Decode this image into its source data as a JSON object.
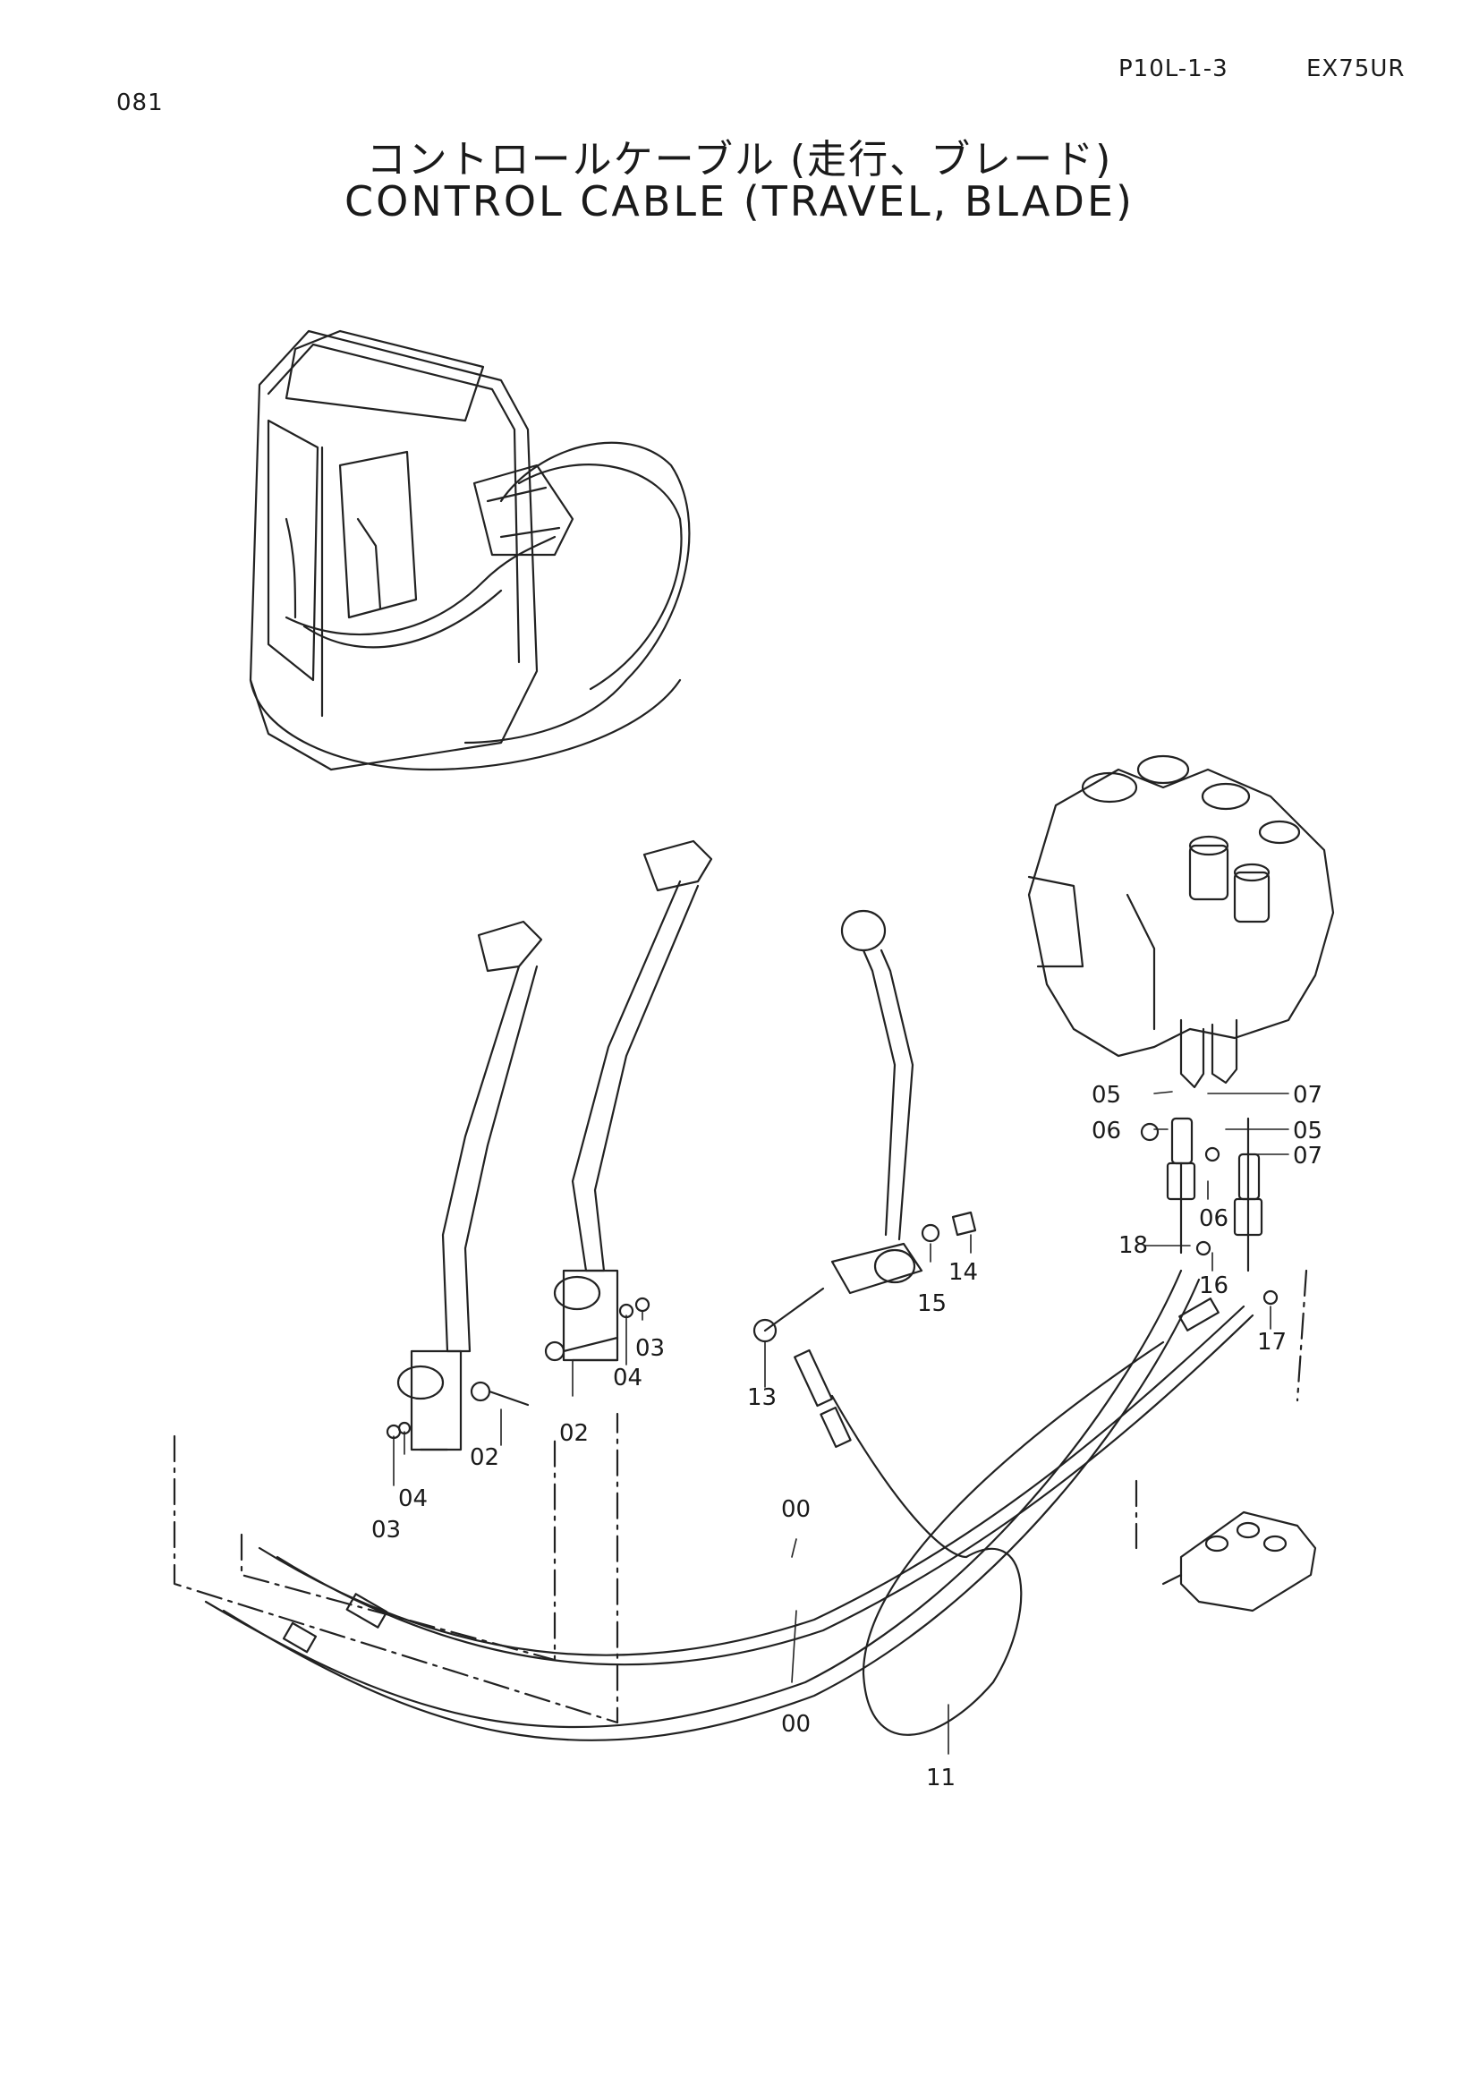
{
  "header": {
    "page_number": "081",
    "part_code": "P10L-1-3",
    "model": "EX75UR"
  },
  "title": {
    "japanese": "コントロールケーブル (走行、ブレード)",
    "english": "CONTROL CABLE (TRAVEL, BLADE)"
  },
  "callouts": {
    "c00a": "00",
    "c00b": "00",
    "c02a": "02",
    "c02b": "02",
    "c03a": "03",
    "c03b": "03",
    "c04a": "04",
    "c04b": "04",
    "c05a": "05",
    "c05b": "05",
    "c06a": "06",
    "c06b": "06",
    "c07a": "07",
    "c07b": "07",
    "c11": "11",
    "c13": "13",
    "c14": "14",
    "c15": "15",
    "c16": "16",
    "c17": "17",
    "c18": "18"
  }
}
